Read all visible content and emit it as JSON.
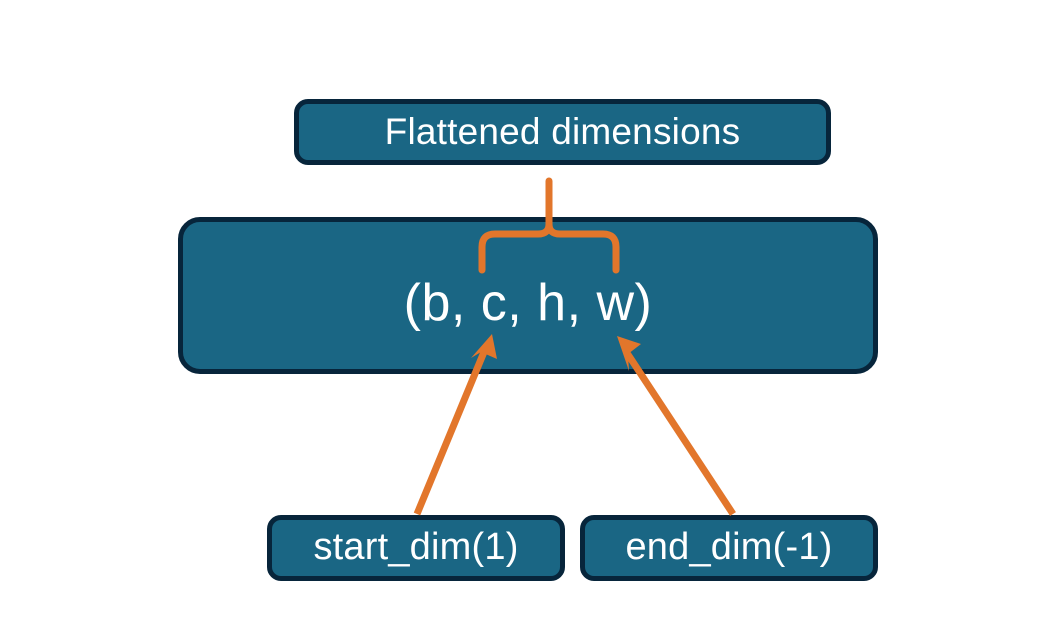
{
  "diagram": {
    "title_node": {
      "label": "Flattened dimensions",
      "name": "flattened-dimensions-box"
    },
    "shape_node": {
      "label": "(b, c, h, w)",
      "name": "tensor-shape-box"
    },
    "start_dim_node": {
      "label": "start_dim(1)",
      "name": "start-dim-box"
    },
    "end_dim_node": {
      "label": "end_dim(-1)",
      "name": "end-dim-box"
    },
    "connectors": {
      "brace": "upward-curly-brace",
      "start_dim_arrow": "arrow-start-dim-to-c",
      "end_dim_arrow": "arrow-end-dim-to-w"
    },
    "colors": {
      "box_fill": "#1a6684",
      "box_border": "#07253b",
      "text": "#ffffff",
      "accent": "#e2762b",
      "background": "#ffffff"
    }
  }
}
